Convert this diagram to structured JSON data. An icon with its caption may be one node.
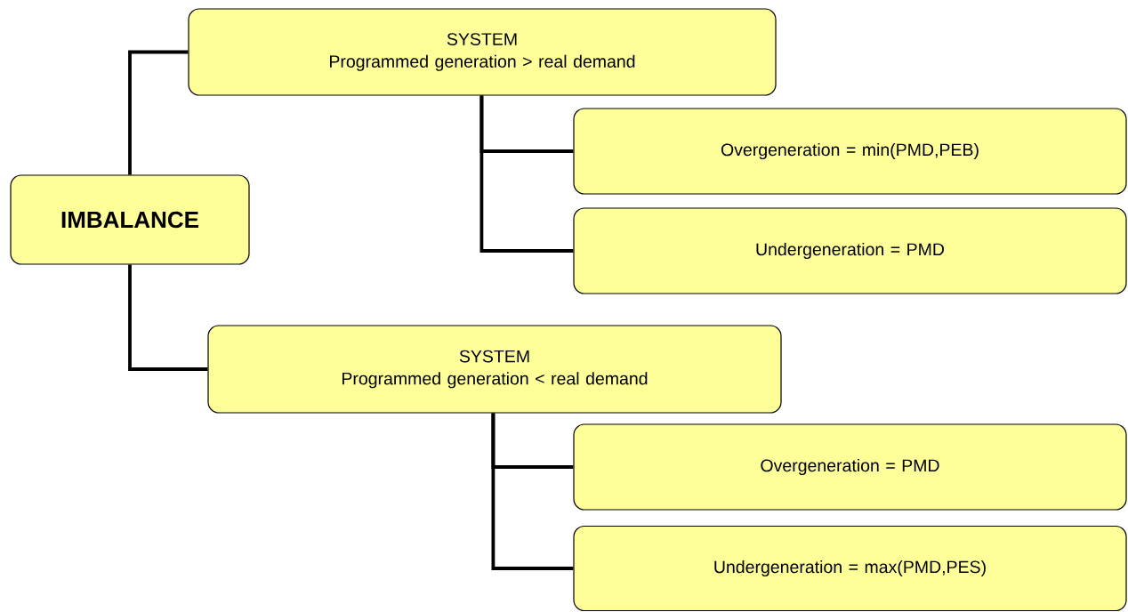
{
  "diagram": {
    "nodes": [
      {
        "text": [
          "IMBALANCE"
        ]
      },
      {
        "text": [
          "SYSTEM",
          "Programmed generation > real demand"
        ]
      },
      {
        "text": [
          "Overgeneration = min(PMD,PEB)"
        ]
      },
      {
        "text": [
          "Undergeneration = PMD"
        ]
      },
      {
        "text": [
          "SYSTEM",
          "Programmed generation < real demand"
        ]
      },
      {
        "text": [
          "Overgeneration = PMD"
        ]
      },
      {
        "text": [
          "Undergeneration = max(PMD,PES)"
        ]
      }
    ],
    "edges": [
      {
        "from": 0,
        "to": 1,
        "arrow": "none"
      },
      {
        "from": 0,
        "to": 4,
        "arrow": "none"
      },
      {
        "from": 1,
        "to": 2,
        "arrow": "none"
      },
      {
        "from": 1,
        "to": 3,
        "arrow": "none"
      },
      {
        "from": 4,
        "to": 5,
        "arrow": "none"
      },
      {
        "from": 4,
        "to": 6,
        "arrow": "none"
      }
    ]
  }
}
